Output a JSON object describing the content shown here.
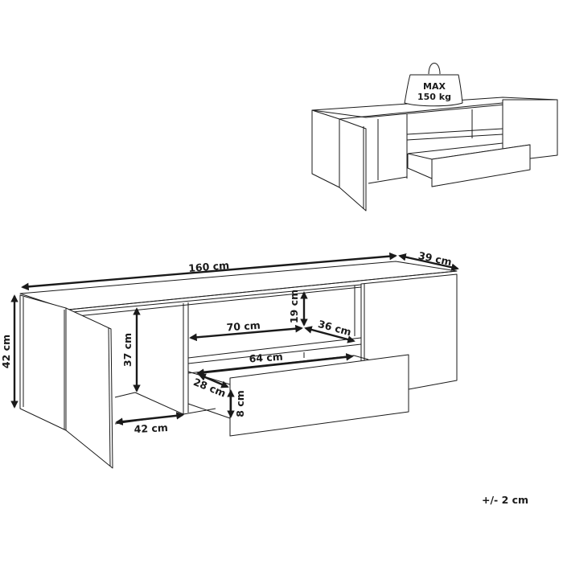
{
  "weight_badge": {
    "line1": "MAX",
    "line2": "150 kg"
  },
  "dimensions": {
    "width": "160 cm",
    "depth": "39 cm",
    "height": "42 cm",
    "compartment_height": "37 cm",
    "compartment_depth": "42 cm",
    "shelf_width": "70 cm",
    "shelf_depth": "36 cm",
    "shelf_height": "19 cm",
    "drawer_width": "64 cm",
    "drawer_depth": "28 cm",
    "drawer_height": "8 cm"
  },
  "tolerance": "+/- 2 cm"
}
